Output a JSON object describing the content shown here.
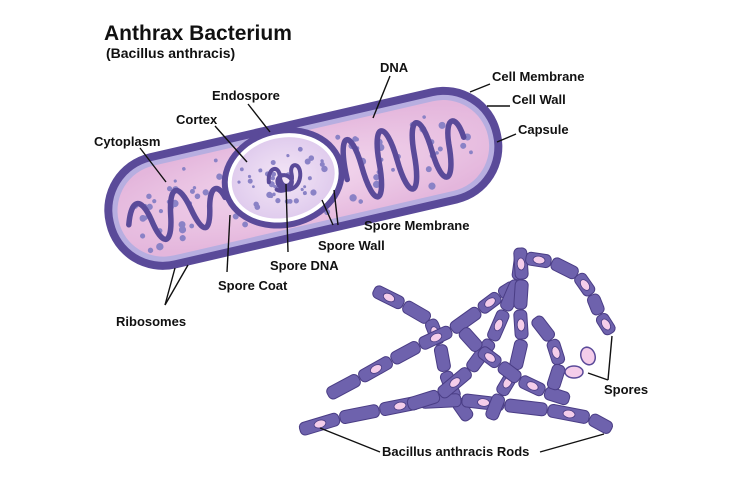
{
  "title": "Anthrax Bacterium",
  "subtitle": "(Bacillus anthracis)",
  "labels": {
    "dna": "DNA",
    "cell_membrane": "Cell Membrane",
    "endospore": "Endospore",
    "cell_wall": "Cell Wall",
    "cortex": "Cortex",
    "capsule": "Capsule",
    "cytoplasm": "Cytoplasm",
    "spore_membrane": "Spore Membrane",
    "spore_wall": "Spore Wall",
    "spore_dna": "Spore DNA",
    "spore_coat": "Spore Coat",
    "ribosomes": "Ribosomes",
    "spores": "Spores",
    "rods": "Bacillus anthracis Rods"
  },
  "colors": {
    "outline": "#5a4a99",
    "cytoplasm": "#ecc5e4",
    "ribosome": "#8a82c6",
    "segment": "#6e62ad",
    "spore": "#f4cdea"
  }
}
